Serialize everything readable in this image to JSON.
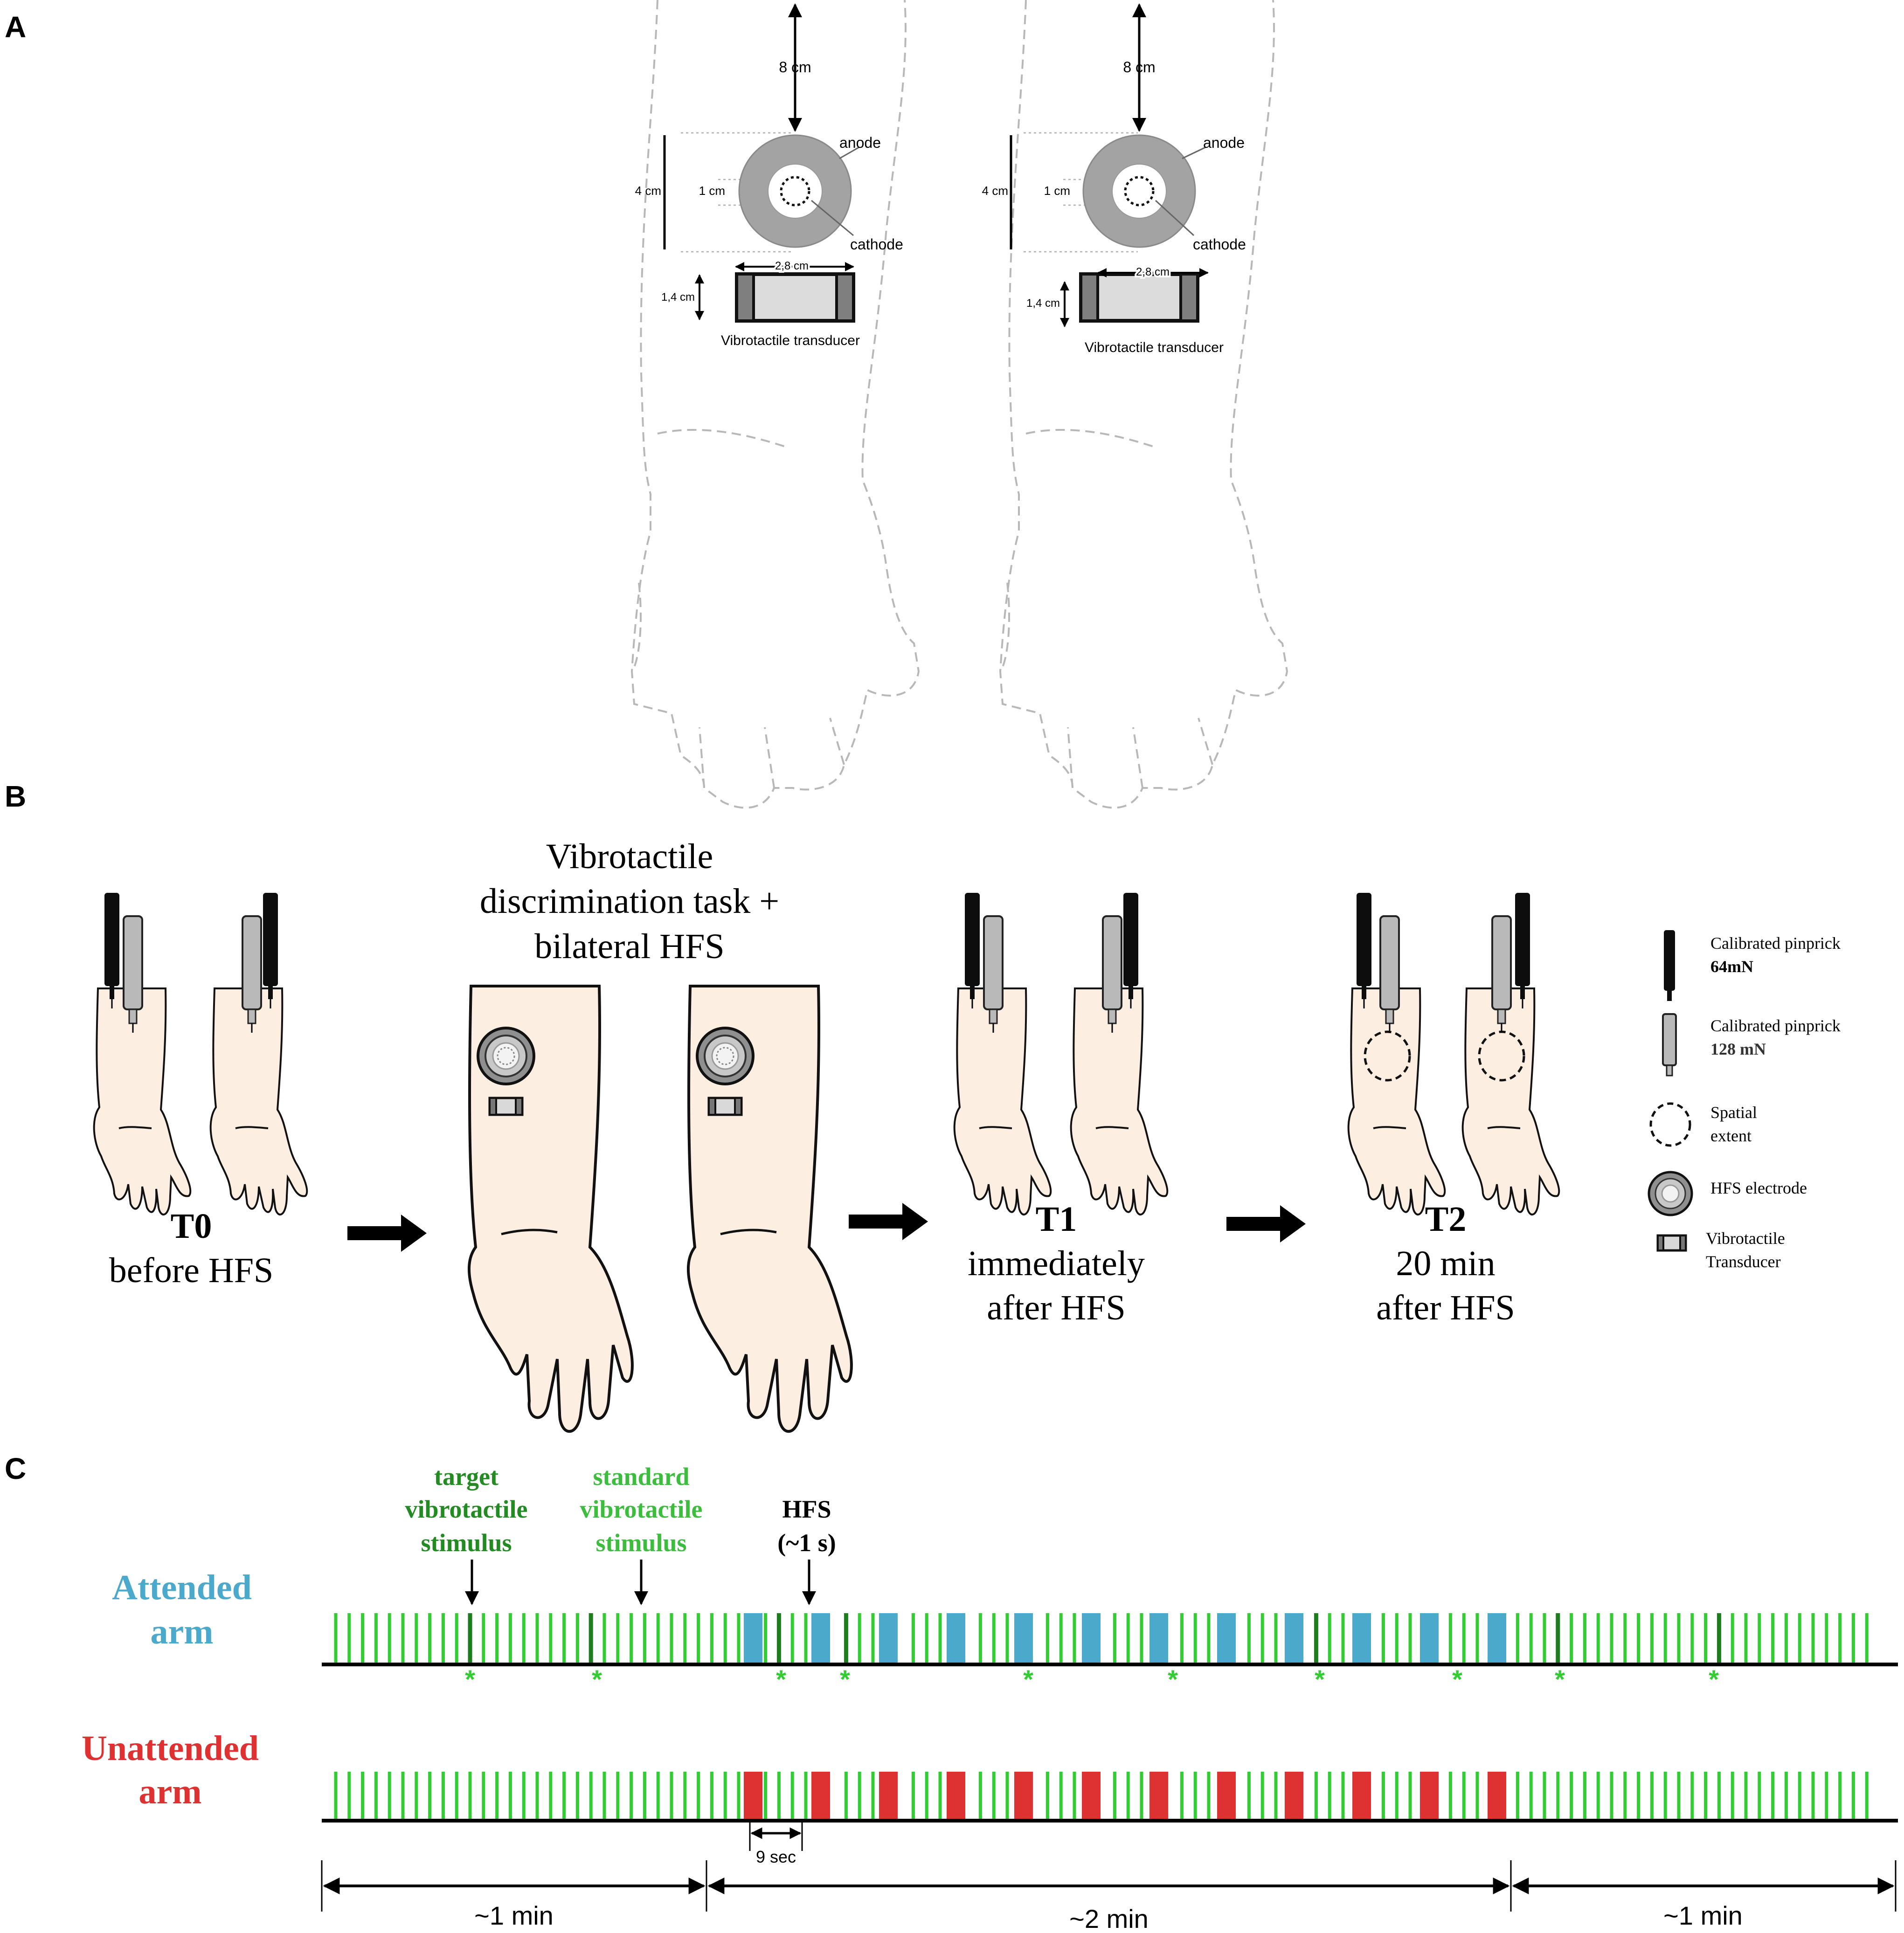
{
  "panels": {
    "a": "A",
    "b": "B",
    "c": "C"
  },
  "panel_a": {
    "dist_label": "8 cm",
    "outer_diam": "4 cm",
    "inner_diam": "1 cm",
    "anode": "anode",
    "cathode": "cathode",
    "transducer_width": "2,8 cm",
    "transducer_height": "1,4 cm",
    "transducer_label": "Vibrotactile transducer"
  },
  "panel_b": {
    "task_title": [
      "Vibrotactile",
      "discrimination task +",
      "bilateral HFS"
    ],
    "t0": {
      "code": "T0",
      "lines": [
        "before HFS"
      ]
    },
    "t1": {
      "code": "T1",
      "lines": [
        "immediately",
        "after HFS"
      ]
    },
    "t2": {
      "code": "T2",
      "lines": [
        "20 min",
        "after HFS"
      ]
    },
    "legend": [
      {
        "icon": "pinprick-64-icon",
        "text": "Calibrated pinprick",
        "bold": "64mN"
      },
      {
        "icon": "pinprick-128-icon",
        "text": "Calibrated pinprick",
        "bold": "128 mN"
      },
      {
        "icon": "spatial-extent-icon",
        "text": "Spatial",
        "text2": "extent"
      },
      {
        "icon": "hfs-electrode-icon",
        "text": "HFS electrode"
      },
      {
        "icon": "vibrotactile-transducer-icon",
        "text": "Vibrotactile",
        "text2": "Transducer"
      }
    ]
  },
  "panel_c": {
    "target_label": [
      "target",
      "vibrotactile",
      "stimulus"
    ],
    "standard_label": [
      "standard",
      "vibrotactile",
      "stimulus"
    ],
    "hfs_label": [
      "HFS",
      "(~1 s)"
    ],
    "attended_label": [
      "Attended",
      "arm"
    ],
    "unattended_label": [
      "Unattended",
      "arm"
    ],
    "interval_label": "9 sec",
    "durations": [
      "~1 min",
      "~2 min",
      "~1 min"
    ],
    "marker": "*",
    "colors": {
      "stimulus": "#33cc33",
      "target": "#1e7d1e",
      "attended": "#4ba9cc",
      "unattended": "#de3232",
      "label_green": "#3dbd3d",
      "label_dark_green": "#228b22"
    }
  }
}
